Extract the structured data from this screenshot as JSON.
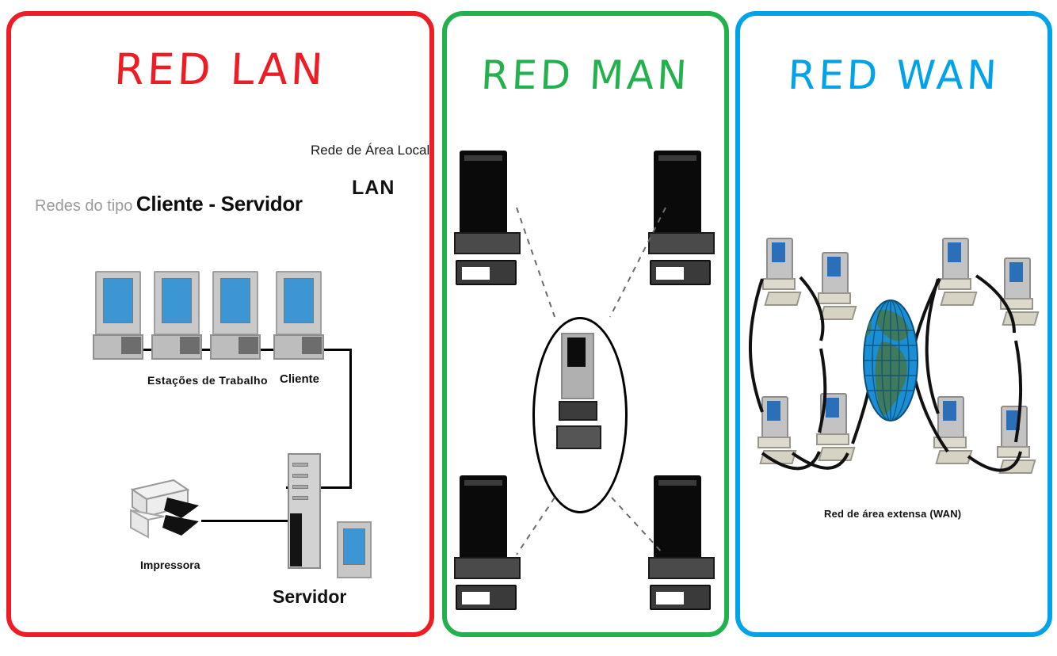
{
  "panels": [
    {
      "id": "lan",
      "title": "RED LAN",
      "color": "#ee1c24",
      "subtitle_line1": "Rede de Área Local",
      "subtitle_line2": "LAN",
      "type_label_light": "Redes do tipo",
      "type_label_bold": "Cliente - Servidor",
      "labels": {
        "workstations": "Estações  de Trabalho",
        "client": "Cliente",
        "printer": "Impressora",
        "server": "Servidor"
      },
      "nodes": {
        "workstation_count": 4,
        "has_printer": true,
        "has_server": true,
        "has_server_monitor": true
      }
    },
    {
      "id": "man",
      "title": "RED MAN",
      "color": "#22b14c",
      "nodes": {
        "terminal_count": 4,
        "has_center_computer": true,
        "center_shape": "ellipse",
        "link_style": "dashed"
      }
    },
    {
      "id": "wan",
      "title": "RED WAN",
      "color": "#00a2e8",
      "caption": "Red de área extensa (WAN)",
      "nodes": {
        "computer_count": 8,
        "has_globe": true,
        "globe_ocean_color": "#1b8fd6",
        "globe_land_color": "#3f7a5c",
        "link_style": "solid"
      }
    }
  ],
  "icons": {
    "workstation": "desktop-computer-icon",
    "printer": "printer-icon",
    "server": "server-tower-icon",
    "terminal": "terminal-computer-icon",
    "globe": "globe-icon"
  }
}
